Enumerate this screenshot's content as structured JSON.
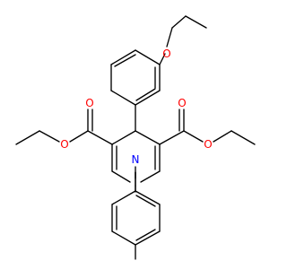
{
  "molecule": {
    "atoms": [
      {
        "symbol": "O",
        "color": "#ff0000"
      },
      {
        "symbol": "O",
        "color": "#ff0000"
      },
      {
        "symbol": "O",
        "color": "#ff0000"
      },
      {
        "symbol": "O",
        "color": "#ff0000"
      },
      {
        "symbol": "O",
        "color": "#ff0000"
      },
      {
        "symbol": "N",
        "color": "#0000ff"
      }
    ],
    "bond_color": "#000000"
  }
}
